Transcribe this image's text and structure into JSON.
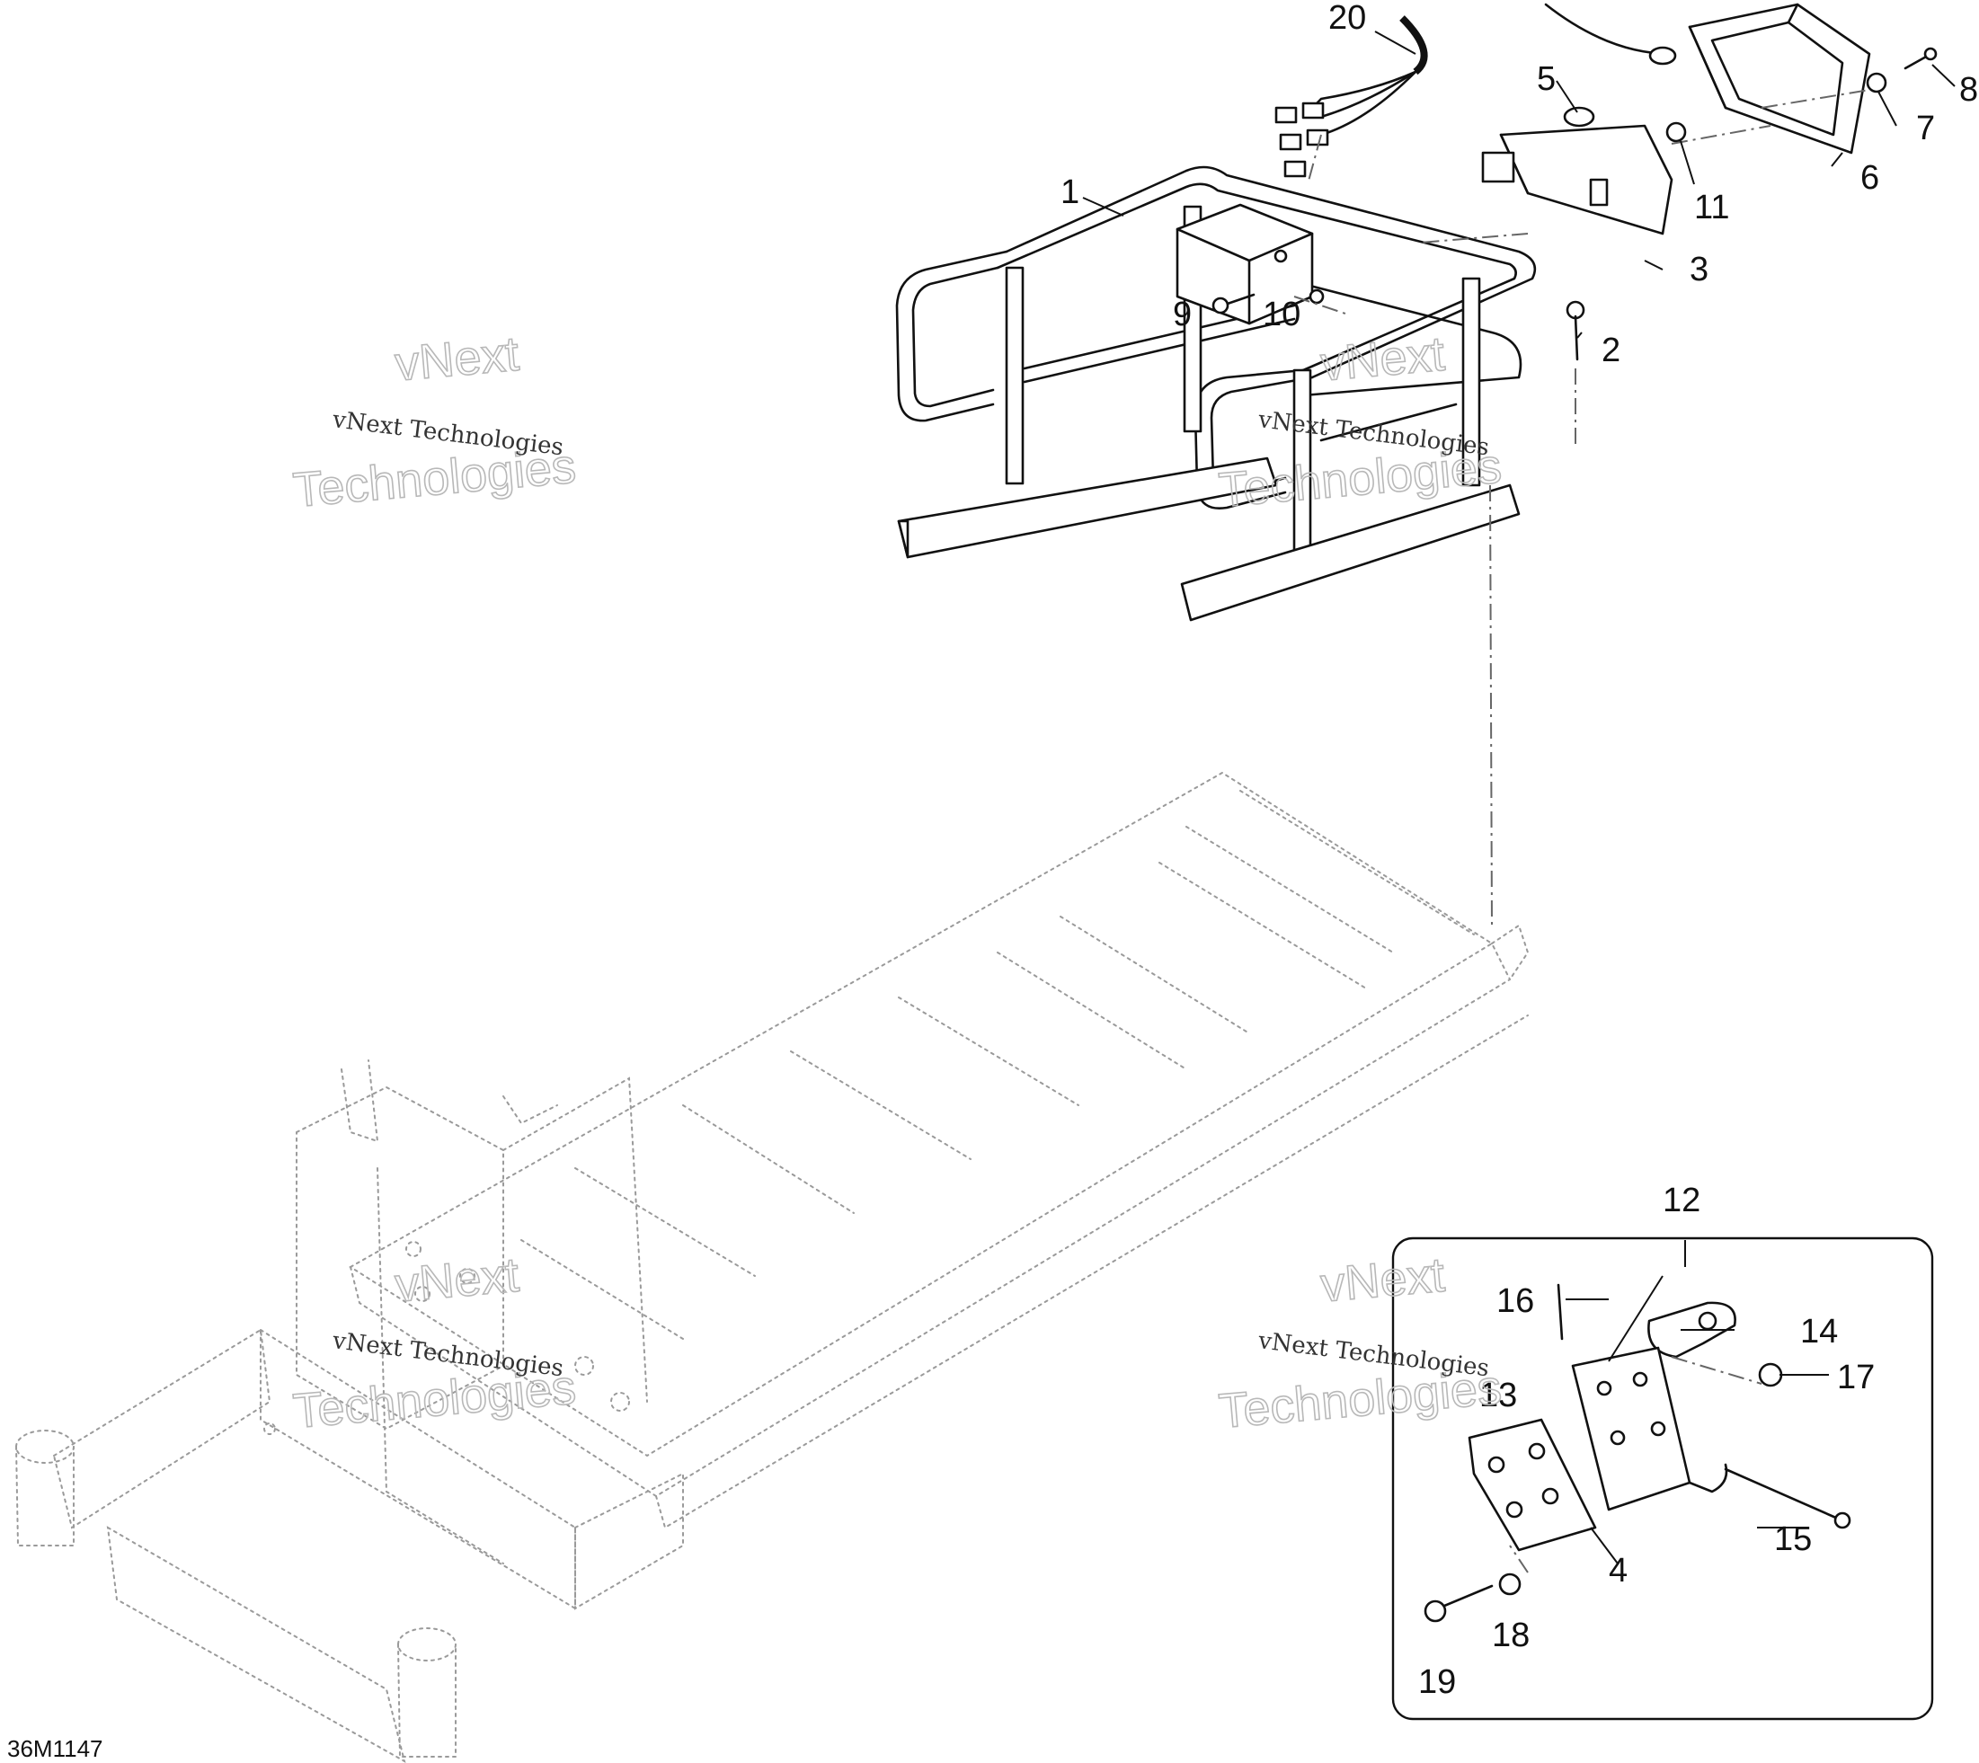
{
  "drawing_code": "36M1147",
  "watermark": {
    "small_text": "vNext Technologies",
    "big_line1": "vNext",
    "big_line2": "Technologies"
  },
  "callouts": [
    "1",
    "2",
    "3",
    "4",
    "5",
    "6",
    "7",
    "8",
    "9",
    "10",
    "11",
    "12",
    "13",
    "14",
    "15",
    "16",
    "17",
    "18",
    "19",
    "20"
  ],
  "colors": {
    "ink": "#111111",
    "ghost": "#9a9a9a",
    "watermark": "#b8b8b8"
  }
}
